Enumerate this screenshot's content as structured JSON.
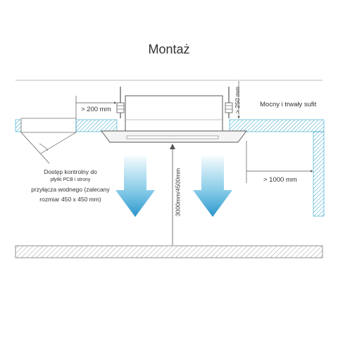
{
  "title": "Montaż",
  "labels": {
    "clearance_side": "> 200 mm",
    "clearance_top": "> 250 mm",
    "ceiling": "Mocny i trwały sufit",
    "clearance_wall": "> 1000 mm",
    "height": "3000mm/4500mm",
    "access_line1": "Dostęp kontrolny do",
    "access_line2": "płytki PCB i strony",
    "access_line3": "przyłącza wodnego (zalecany",
    "access_line4": "rozmiar 450 x 450 mm)"
  },
  "colors": {
    "hatch": "#2aa4c8",
    "airflow": "#29a3d6",
    "line": "#555555",
    "floor_hatch": "#888888"
  }
}
